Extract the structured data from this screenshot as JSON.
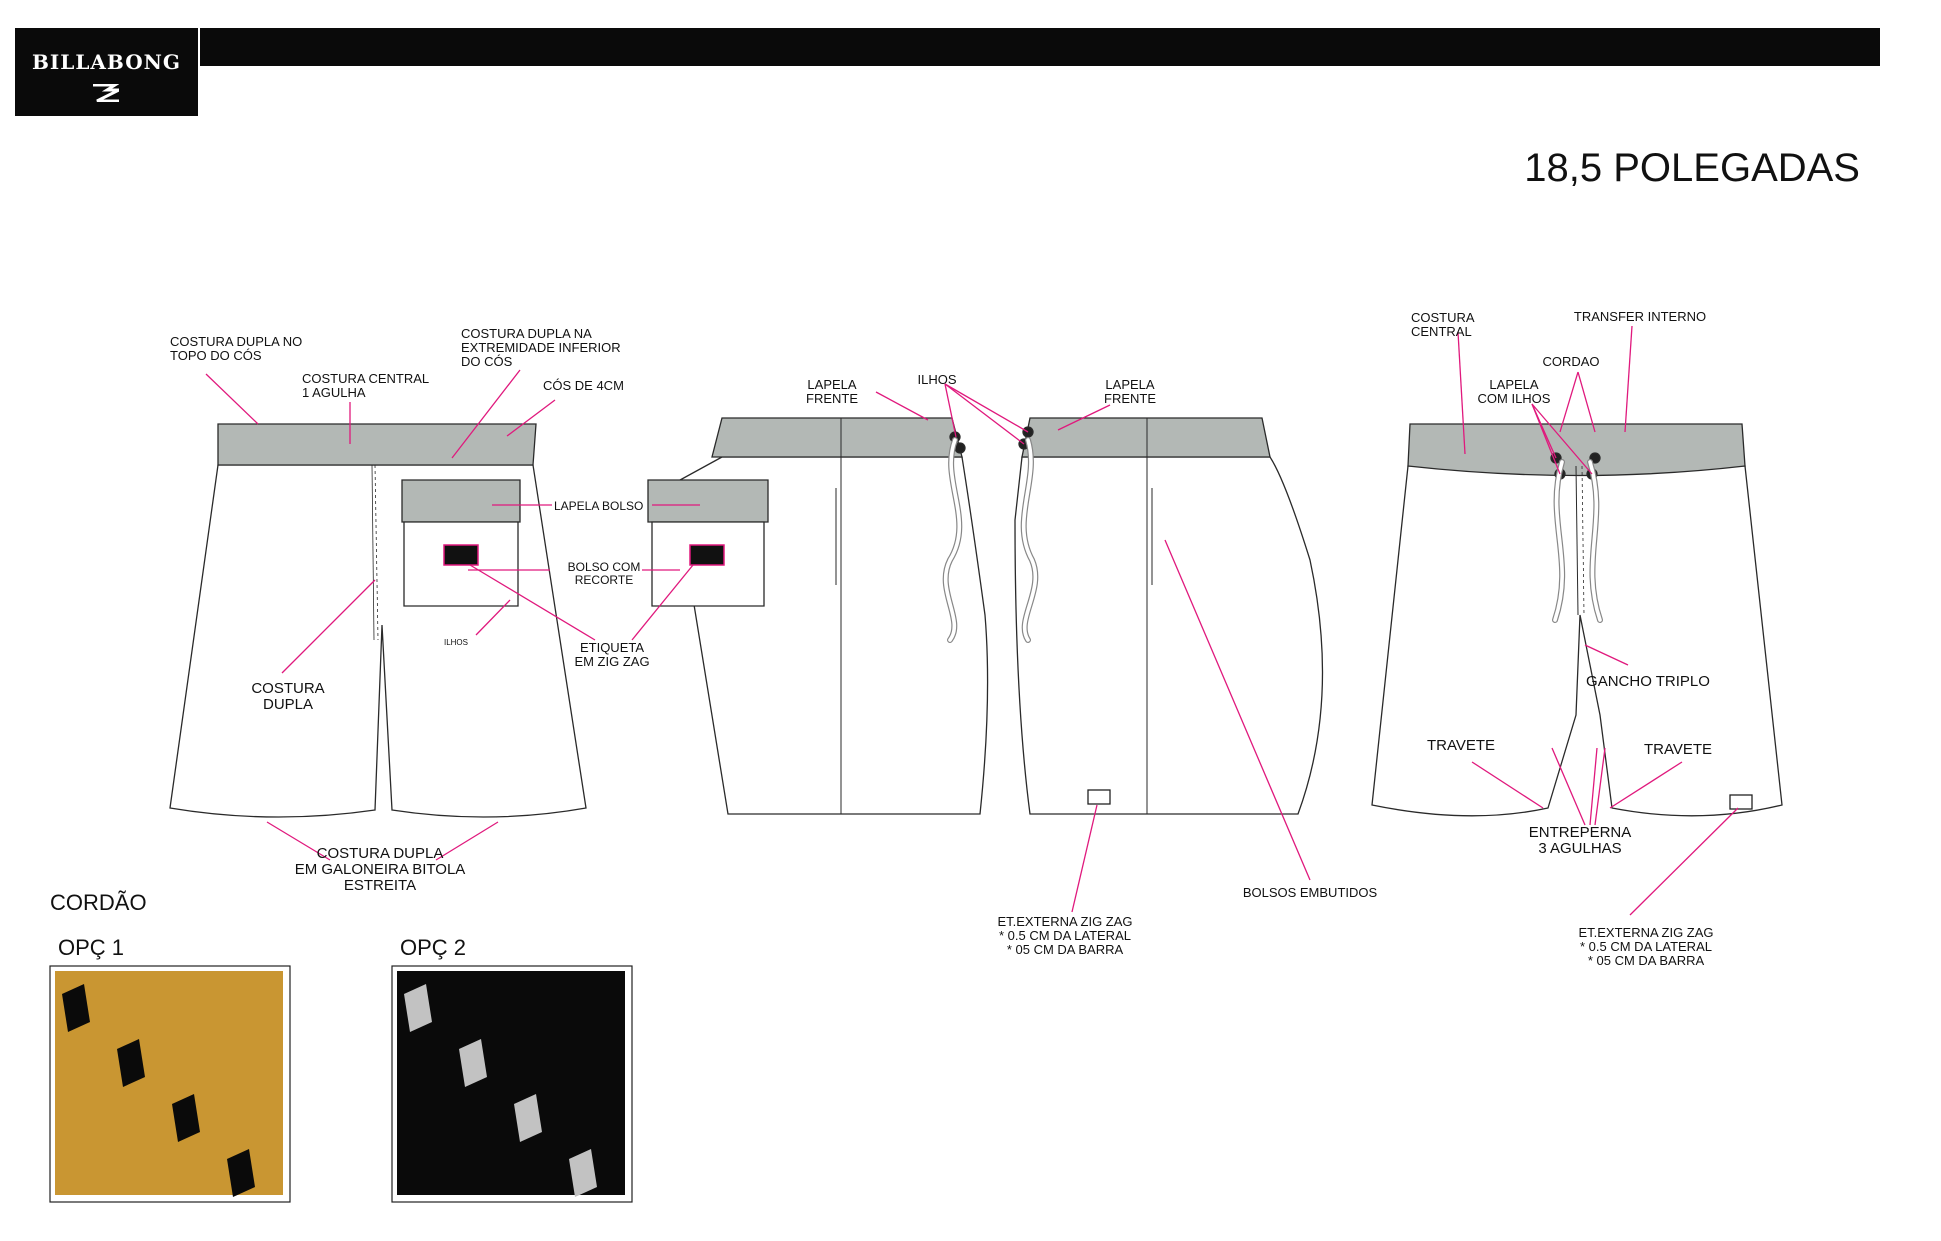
{
  "header": {
    "brand": "BILLABONG",
    "title": "18,5 POLEGADAS"
  },
  "views": {
    "back": {
      "callouts": {
        "costura_dupla_topo": [
          "COSTURA DUPLA NO",
          "TOPO DO CÓS"
        ],
        "costura_central": [
          "COSTURA CENTRAL",
          "1 AGULHA"
        ],
        "costura_dupla_inferior": [
          "COSTURA DUPLA NA",
          "EXTREMIDADE INFERIOR",
          "DO CÓS"
        ],
        "cos_4cm": [
          "CÓS DE 4CM"
        ],
        "lapela_bolso": [
          "LAPELA BOLSO"
        ],
        "bolso_recorte": [
          "BOLSO COM",
          "RECORTE"
        ],
        "ilhos": [
          "ILHOS"
        ],
        "etiqueta": [
          "ETIQUETA",
          "EM ZIG ZAG"
        ],
        "costura_dupla": [
          "COSTURA",
          "DUPLA"
        ],
        "costura_galoneira": [
          "COSTURA DUPLA",
          "EM GALONEIRA BITOLA",
          "ESTREITA"
        ]
      }
    },
    "sides": {
      "callouts": {
        "lapela_frente_left": [
          "LAPELA",
          "FRENTE"
        ],
        "ilhos": [
          "ILHOS"
        ],
        "lapela_frente_right": [
          "LAPELA",
          "FRENTE"
        ],
        "et_externa": [
          "ET.EXTERNA ZIG ZAG",
          "* 0.5 CM DA LATERAL",
          "* 05 CM DA BARRA"
        ],
        "bolsos_embutidos": [
          "BOLSOS EMBUTIDOS"
        ]
      }
    },
    "front": {
      "callouts": {
        "costura_central": [
          "COSTURA",
          "CENTRAL"
        ],
        "transfer_interno": [
          "TRANSFER INTERNO"
        ],
        "cordao": [
          "CORDAO"
        ],
        "lapela_ilhos": [
          "LAPELA",
          "COM ILHOS"
        ],
        "gancho_triplo": [
          "GANCHO TRIPLO"
        ],
        "travete_left": [
          "TRAVETE"
        ],
        "travete_right": [
          "TRAVETE"
        ],
        "entreperna": [
          "ENTREPERNA",
          "3 AGULHAS"
        ],
        "et_externa": [
          "ET.EXTERNA ZIG ZAG",
          "* 0.5 CM DA LATERAL",
          "* 05 CM DA BARRA"
        ]
      }
    }
  },
  "cordao": {
    "heading": "CORDÃO",
    "options": [
      {
        "label": "OPÇ 1",
        "background": "#c99632",
        "pattern": "#0a0a0a"
      },
      {
        "label": "OPÇ 2",
        "background": "#0a0a0a",
        "pattern": "#c2c2c2"
      }
    ]
  },
  "colors": {
    "waistband": "#b3b8b5",
    "callout_line": "#e0197d",
    "outline": "#2a2a2a"
  }
}
